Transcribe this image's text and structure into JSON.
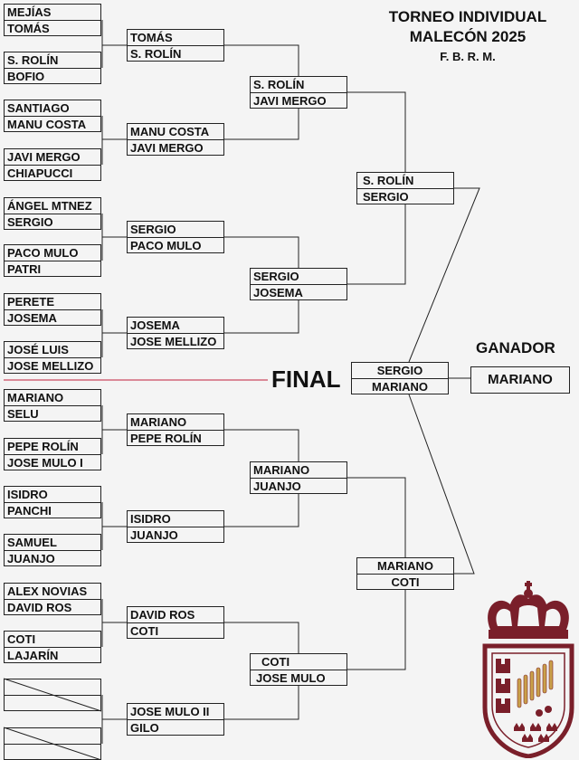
{
  "title": {
    "line1": "TORNEO  INDIVIDUAL",
    "line2": "MALECÓN  2025",
    "line3": "F. B. R. M."
  },
  "final_label": "FINAL",
  "winner_label": "GANADOR",
  "winner": "MARIANO",
  "round1": [
    [
      "MEJÍAS",
      "TOMÁS"
    ],
    [
      "S. ROLÍN",
      "BOFIO"
    ],
    [
      "SANTIAGO",
      "MANU COSTA"
    ],
    [
      "JAVI MERGO",
      "CHIAPUCCI"
    ],
    [
      "ÁNGEL MTNEZ",
      "SERGIO"
    ],
    [
      "PACO MULO",
      "PATRI"
    ],
    [
      "PERETE",
      "JOSEMA"
    ],
    [
      "JOSÉ LUIS",
      "JOSE MELLIZO"
    ],
    [
      "MARIANO",
      "SELU"
    ],
    [
      "PEPE ROLÍN",
      "JOSE MULO I"
    ],
    [
      "ISIDRO",
      "PANCHI"
    ],
    [
      "SAMUEL",
      "JUANJO"
    ],
    [
      "ALEX NOVIAS",
      "DAVID ROS"
    ],
    [
      "COTI",
      "LAJARÍN"
    ],
    [
      "",
      ""
    ],
    [
      "",
      ""
    ]
  ],
  "round2": [
    [
      "TOMÁS",
      "S. ROLÍN"
    ],
    [
      "MANU COSTA",
      "JAVI MERGO"
    ],
    [
      "SERGIO",
      "PACO MULO"
    ],
    [
      "JOSEMA",
      "JOSE MELLIZO"
    ],
    [
      "MARIANO",
      "PEPE ROLÍN"
    ],
    [
      " ISIDRO",
      "JUANJO"
    ],
    [
      "DAVID ROS",
      "COTI"
    ],
    [
      "JOSE MULO II",
      "GILO"
    ]
  ],
  "round3": [
    [
      "S. ROLÍN",
      "JAVI MERGO"
    ],
    [
      "SERGIO",
      "JOSEMA"
    ],
    [
      "MARIANO",
      "JUANJO"
    ],
    [
      "COTI",
      "JOSE MULO"
    ]
  ],
  "semis": [
    [
      "S. ROLÍN",
      "SERGIO"
    ],
    [
      "MARIANO",
      "COTI"
    ]
  ],
  "final": [
    "SERGIO",
    "MARIANO"
  ],
  "colors": {
    "line": "#222222",
    "final_line": "#c0203a",
    "crest": "#7a1f2a",
    "crest_gold": "#c9a04a"
  }
}
